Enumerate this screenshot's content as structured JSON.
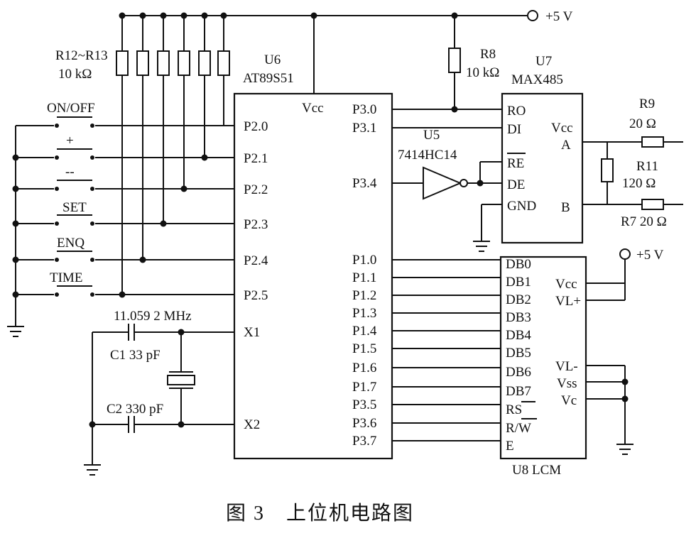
{
  "caption": "图 3　上位机电路图",
  "power": {
    "top": "+5 V",
    "lcm": "+5 V"
  },
  "resistors": {
    "pullup_label": "R12~R13",
    "pullup_value": "10 kΩ",
    "r8_label": "R8",
    "r8_value": "10 kΩ",
    "r9_label": "R9",
    "r9_value": "20 Ω",
    "r11_label": "R11",
    "r11_value": "120 Ω",
    "r7_label": "R7 20 Ω"
  },
  "mcu": {
    "ref": "U6",
    "part": "AT89S51",
    "vcc": "Vcc",
    "left_pins": [
      "P2.0",
      "P2.1",
      "P2.2",
      "P2.3",
      "P2.4",
      "P2.5",
      "X1",
      "X2"
    ],
    "right_pins": [
      "P3.0",
      "P3.1",
      "P3.4",
      "P1.0",
      "P1.1",
      "P1.2",
      "P1.3",
      "P1.4",
      "P1.5",
      "P1.6",
      "P1.7",
      "P3.5",
      "P3.6",
      "P3.7"
    ]
  },
  "buttons": [
    "ON/OFF",
    "+",
    "--",
    "SET",
    "ENQ",
    "TIME"
  ],
  "crystal": {
    "freq": "11.059 2 MHz",
    "c1": "C1 33 pF",
    "c2": "C2 330 pF"
  },
  "inverter": {
    "ref": "U5",
    "part": "7414HC14"
  },
  "max485": {
    "ref": "U7",
    "part": "MAX485",
    "pins": [
      "RO",
      "DI",
      "RE",
      "DE",
      "GND"
    ],
    "vcc": "Vcc",
    "a": "A",
    "b": "B"
  },
  "lcm": {
    "ref": "U8 LCM",
    "left_pins": [
      "DB0",
      "DB1",
      "DB2",
      "DB3",
      "DB4",
      "DB5",
      "DB6",
      "DB7",
      "RS",
      "R/W",
      "E"
    ],
    "vcc": "Vcc",
    "vl_plus": "VL+",
    "vl_minus": "VL-",
    "vss": "Vss",
    "vc": "Vc"
  }
}
